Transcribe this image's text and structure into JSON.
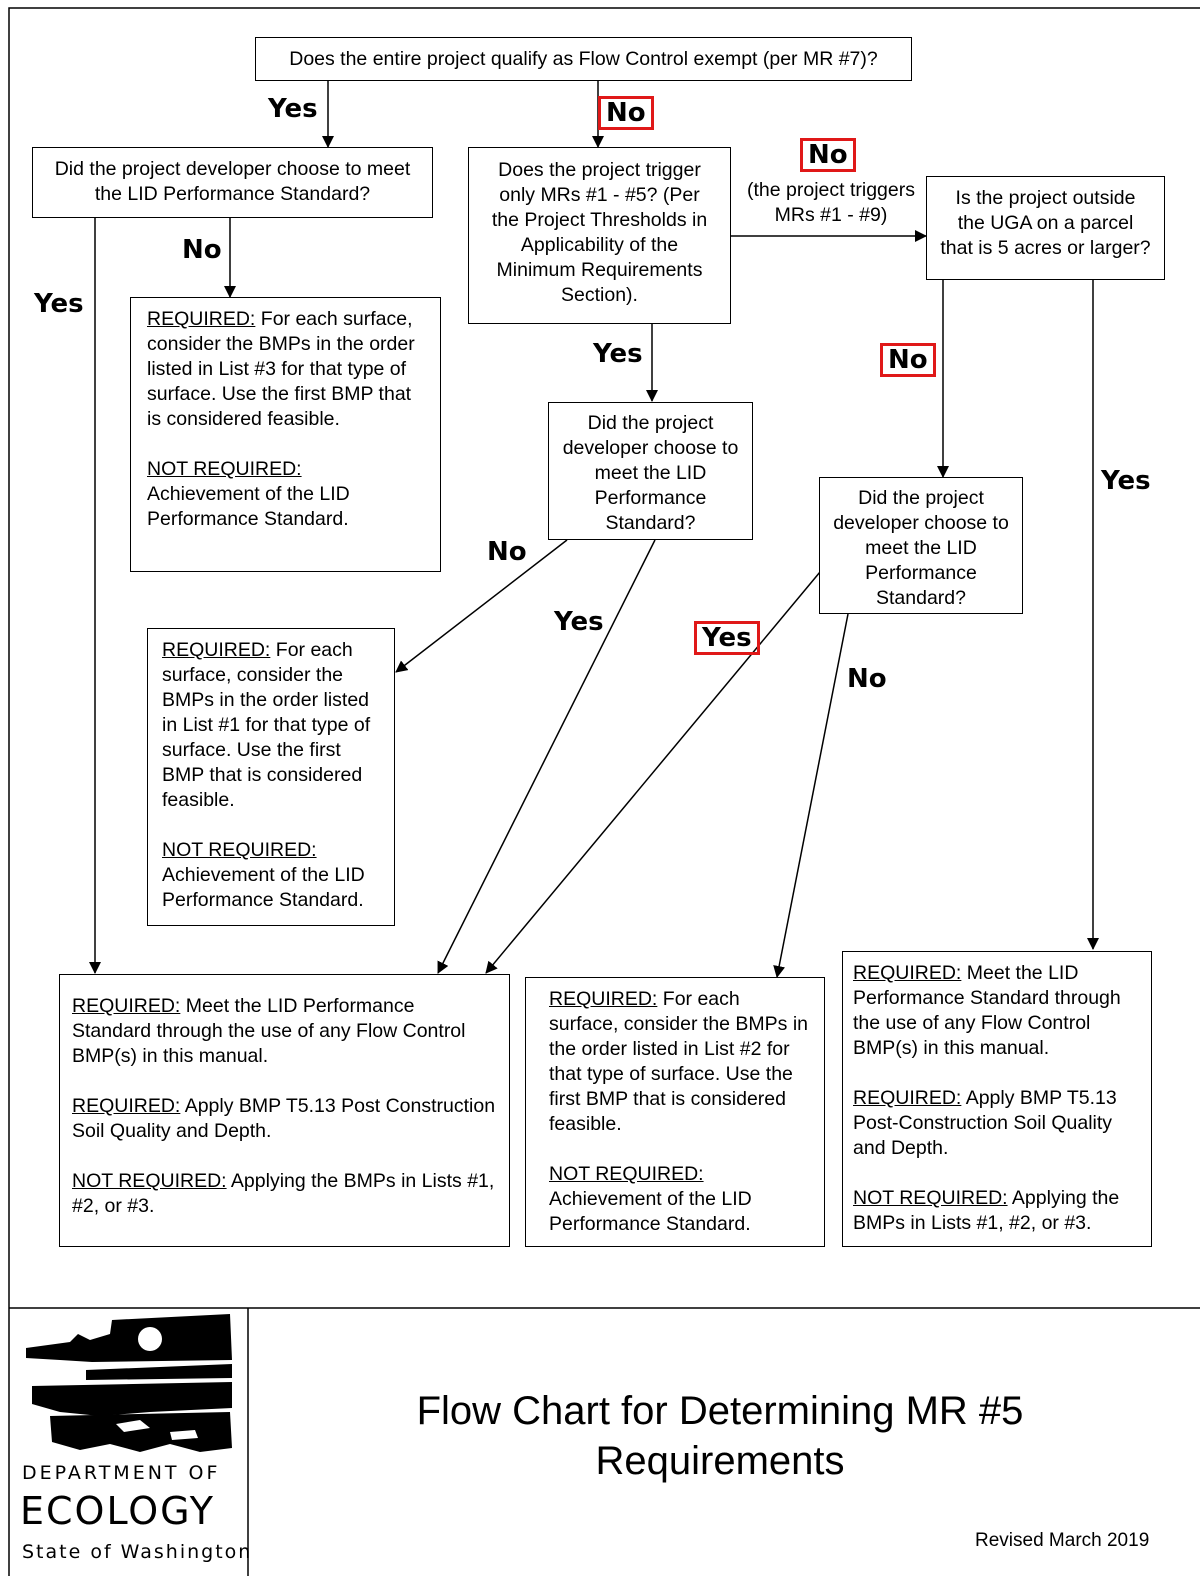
{
  "flowchart": {
    "q_exempt": "Does the entire project qualify as Flow Control exempt (per MR #7)?",
    "q_lid_left": [
      "Did the project developer choose to meet",
      "the LID Performance Standard?"
    ],
    "q_mr1_5": [
      "Does the project trigger",
      "only MRs #1 - #5? (Per",
      "the Project Thresholds in",
      "Applicability of the",
      "Minimum Requirements",
      "Section)."
    ],
    "q_uga": [
      "Is the project outside",
      "the UGA on a parcel",
      "that is 5 acres or larger?"
    ],
    "q_lid_mid": [
      "Did the project",
      "developer choose to",
      "meet the LID",
      "Performance",
      "Standard?"
    ],
    "q_lid_right": [
      "Did the project",
      "developer choose to",
      "meet the LID",
      "Performance",
      "Standard?"
    ],
    "note_triggers": [
      "(the project triggers",
      "MRs #1 - #9)"
    ],
    "list3": {
      "req_label": "REQUIRED:",
      "req_text": " For each surface, consider the BMPs in the order listed in List #3 for that type of surface. Use the first BMP that is considered feasible.",
      "notreq_label": "NOT REQUIRED:",
      "notreq_text": "Achievement of the LID Performance Standard."
    },
    "list1": {
      "req_label": "REQUIRED:",
      "req_text": " For each surface, consider the BMPs in the order listed in List #1 for that type of surface. Use the first BMP that is considered feasible.",
      "notreq_label": "NOT REQUIRED:",
      "notreq_text": "Achievement of the LID Performance Standard."
    },
    "list2": {
      "req_label": "REQUIRED:",
      "req_text": " For each surface, consider the BMPs in the order listed in List #2 for that type of surface. Use the first BMP that is considered feasible.",
      "notreq_label": "NOT REQUIRED:",
      "notreq_text": "Achievement of the LID Performance Standard."
    },
    "perf_left": {
      "r1_label": "REQUIRED:",
      "r1_text": " Meet the LID Performance Standard through the use of any Flow Control BMP(s) in this manual.",
      "r2_label": "REQUIRED:",
      "r2_text": " Apply BMP T5.13 Post Construction Soil Quality and Depth.",
      "nr_label": "NOT REQUIRED:",
      "nr_text": " Applying the BMPs in Lists #1, #2, or #3."
    },
    "perf_right": {
      "r1_label": "REQUIRED:",
      "r1_text": " Meet the LID Performance Standard through the use of any Flow Control BMP(s) in this manual.",
      "r2_label": "REQUIRED:",
      "r2_text": " Apply BMP T5.13 Post-Construction Soil Quality and Depth.",
      "nr_label": "NOT REQUIRED:",
      "nr_text": " Applying the BMPs in Lists #1, #2, or #3."
    },
    "labels": {
      "yes": "Yes",
      "no": "No"
    },
    "highlight_color": "#e01818"
  },
  "footer": {
    "dept": "DEPARTMENT OF",
    "ecology": "ECOLOGY",
    "state": "State of Washington",
    "title_lines": [
      "Flow Chart for Determining MR #5",
      "Requirements"
    ],
    "revised": "Revised March 2019"
  }
}
